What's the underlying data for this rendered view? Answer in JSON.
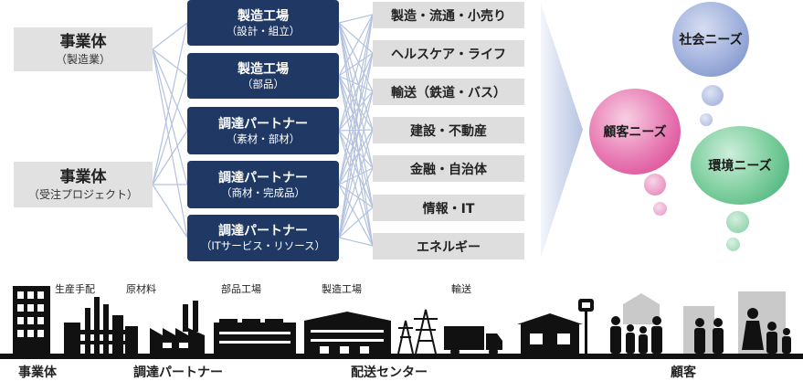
{
  "entities": [
    {
      "title": "事業体",
      "subtitle": "（製造業）"
    },
    {
      "title": "事業体",
      "subtitle": "（受注プロジェクト）"
    }
  ],
  "partners": [
    {
      "title": "製造工場",
      "subtitle": "（設計・組立）"
    },
    {
      "title": "製造工場",
      "subtitle": "（部品）"
    },
    {
      "title": "調達パートナー",
      "subtitle": "（素材・部材）"
    },
    {
      "title": "調達パートナー",
      "subtitle": "（商材・完成品）"
    },
    {
      "title": "調達パートナー",
      "subtitle": "（ITサービス・リソース）"
    }
  ],
  "industries": [
    "製造・流通・小売り",
    "ヘルスケア・ライフ",
    "輸送（鉄道・バス）",
    "建設・不動産",
    "金融・自治体",
    "情報・IT",
    "エネルギー"
  ],
  "needs": {
    "customer": "顧客ニーズ",
    "social": "社会ニーズ",
    "environment": "環境ニーズ"
  },
  "colors": {
    "navy": "#1f3864",
    "gray": "#e1e1e1",
    "customer": "#d9418f",
    "social": "#6f86c4",
    "environment": "#3fae73",
    "silhouette": "#111111"
  },
  "supply_chain": {
    "labels": [
      "生産手配",
      "原材料",
      "部品工場",
      "製造工場",
      "輸送"
    ],
    "bottom_labels": [
      "事業体",
      "調達パートナー",
      "配送センター",
      "顧客"
    ]
  }
}
